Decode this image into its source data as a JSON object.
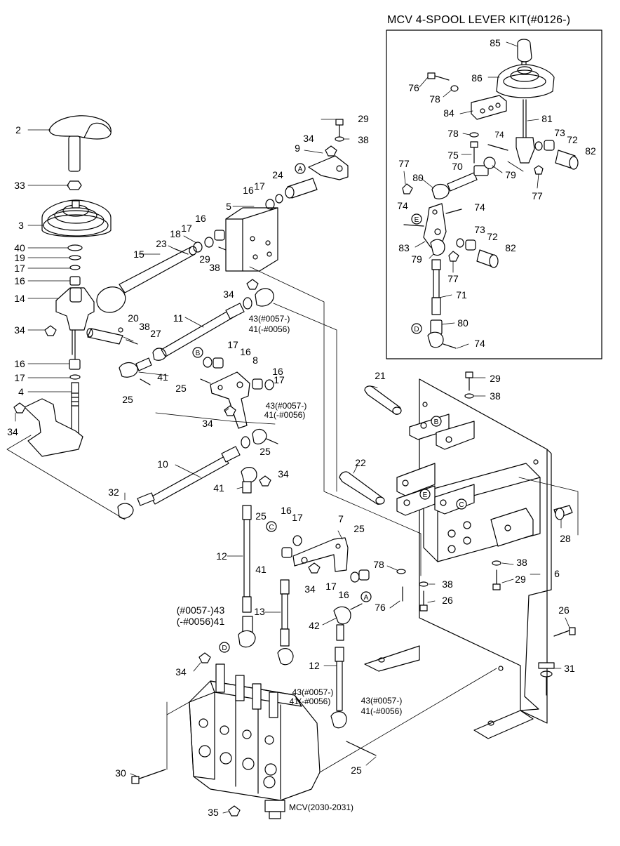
{
  "kit_title": "MCV 4-SPOOL LEVER KIT(#0126-)",
  "mcv_label": "MCV(2030-2031)",
  "callouts": {
    "c2": "2",
    "c33": "33",
    "c3": "3",
    "c40": "40",
    "c19": "19",
    "c17a": "17",
    "c16a": "16",
    "c14": "14",
    "c34a": "34",
    "c16b": "16",
    "c17b": "17",
    "c4": "4",
    "c34b": "34",
    "c15": "15",
    "c23": "23",
    "c18": "18",
    "c17c": "17",
    "c16c": "16",
    "c29a": "29",
    "c38a": "38",
    "c5": "5",
    "c16d": "16",
    "c17d": "17",
    "c24": "24",
    "c9": "9",
    "c34c": "34",
    "c29b": "29",
    "c38b": "38",
    "c20": "20",
    "c38c": "38",
    "c27": "27",
    "c11": "11",
    "c34d": "34",
    "c43a": "43(#0057-)",
    "c41a": "41(-#0056)",
    "c41b": "41",
    "c25a": "25",
    "c17e": "17",
    "c16e": "16",
    "c8": "8",
    "c16f": "16",
    "c17f": "17",
    "c25b": "25",
    "c43b": "43(#0057-)",
    "c41c": "41(-#0056)",
    "c34e": "34",
    "c25c": "25",
    "c10": "10",
    "c41d": "41",
    "c34f": "34",
    "c32": "32",
    "c21": "21",
    "c29c": "29",
    "c38d": "38",
    "c22": "22",
    "c12a": "12",
    "c25d": "25",
    "c16g": "16",
    "c17g": "17",
    "c7": "7",
    "c25e": "25",
    "c41e": "41",
    "c34g": "34",
    "c17h": "17",
    "c16h": "16",
    "c43c": "(#0057-)43",
    "c41f": "(-#0056)41",
    "c13": "13",
    "c42": "42",
    "c12b": "12",
    "c34h": "34",
    "c43d": "43(#0057-)",
    "c41g": "41(-#0056)",
    "c43e": "43(#0057-)",
    "c41h": "41(-#0056)",
    "c78a": "78",
    "c38e": "38",
    "c76a": "76",
    "c26a": "26",
    "c28": "28",
    "c38f": "38",
    "c29d": "29",
    "c6": "6",
    "c26b": "26",
    "c31": "31",
    "c30": "30",
    "c25f": "25",
    "c35": "35",
    "k85": "85",
    "k76": "76",
    "k86": "86",
    "k78a": "78",
    "k84": "84",
    "k81": "81",
    "k78b": "78",
    "k74a": "74",
    "k73a": "73",
    "k72a": "72",
    "k75": "75",
    "k82a": "82",
    "k77a": "77",
    "k70": "70",
    "k80a": "80",
    "k79a": "79",
    "k77b": "77",
    "k74b": "74",
    "k74c": "74",
    "k73b": "73",
    "k72b": "72",
    "k83": "83",
    "k82b": "82",
    "k79b": "79",
    "k77c": "77",
    "k71": "71",
    "k80b": "80",
    "k74d": "74"
  },
  "markers": {
    "A1": "A",
    "A2": "A",
    "B1": "B",
    "B2": "B",
    "C1": "C",
    "C2": "C",
    "D1": "D",
    "D2": "D",
    "E1": "E",
    "E2": "E"
  }
}
